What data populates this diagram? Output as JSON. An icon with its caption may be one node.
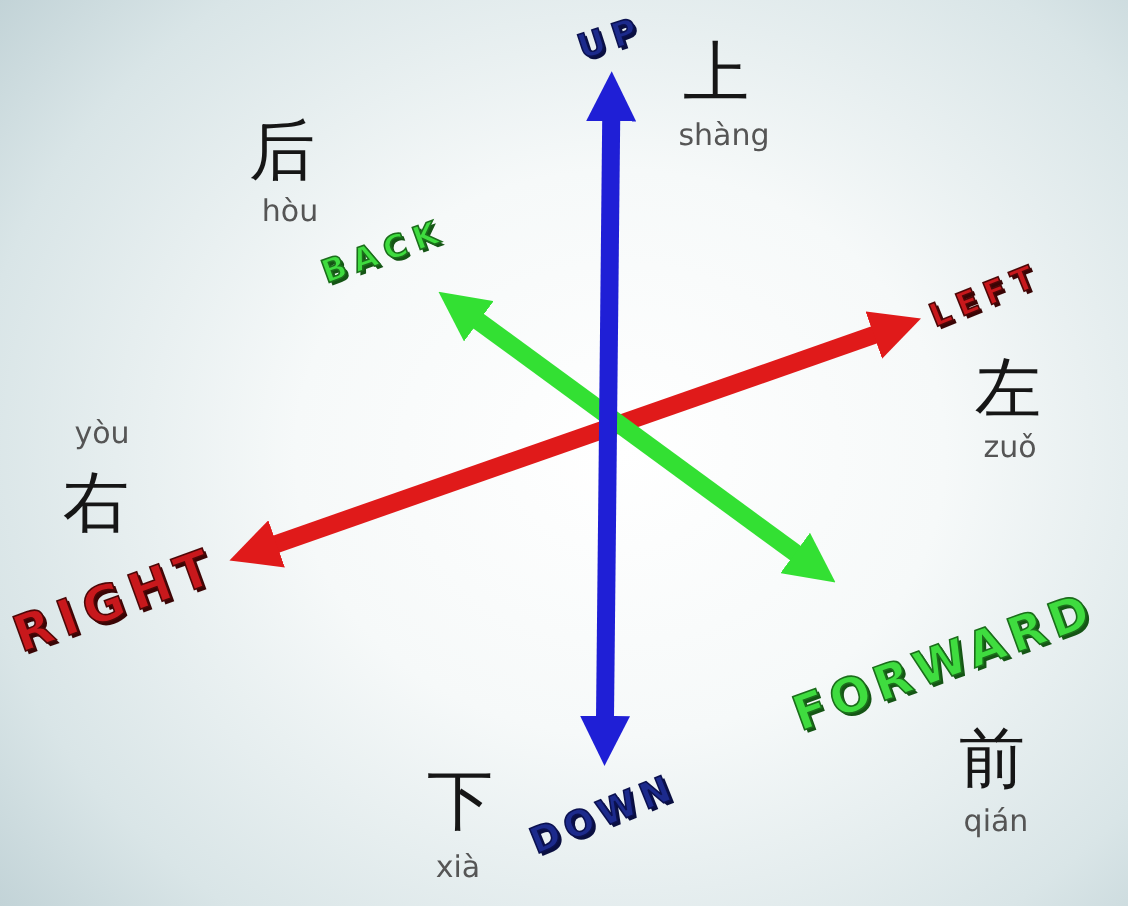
{
  "diagram": {
    "nodes": [
      {
        "text": [
          "UP"
        ],
        "beside": [
          "上",
          "shàng"
        ]
      },
      {
        "text": [
          "BACK"
        ],
        "beside": [
          "后",
          "hòu"
        ]
      },
      {
        "text": [
          "LEFT"
        ],
        "beside": [
          "左",
          "zuǒ"
        ]
      },
      {
        "text": [
          "RIGHT"
        ],
        "beside": [
          "yòu",
          "右"
        ]
      },
      {
        "text": [
          "FORWARD"
        ],
        "beside": [
          "前",
          "qián"
        ]
      },
      {
        "text": [
          "DOWN"
        ],
        "beside": [
          "下",
          "xià"
        ]
      }
    ],
    "edges": [
      {
        "from": 0,
        "to": 5,
        "arrow": "both",
        "color": "#1f1fd6"
      },
      {
        "from": 1,
        "to": 4,
        "arrow": "both",
        "color": "#33e033"
      },
      {
        "from": 2,
        "to": 3,
        "arrow": "both",
        "color": "#e01a1a"
      }
    ]
  }
}
